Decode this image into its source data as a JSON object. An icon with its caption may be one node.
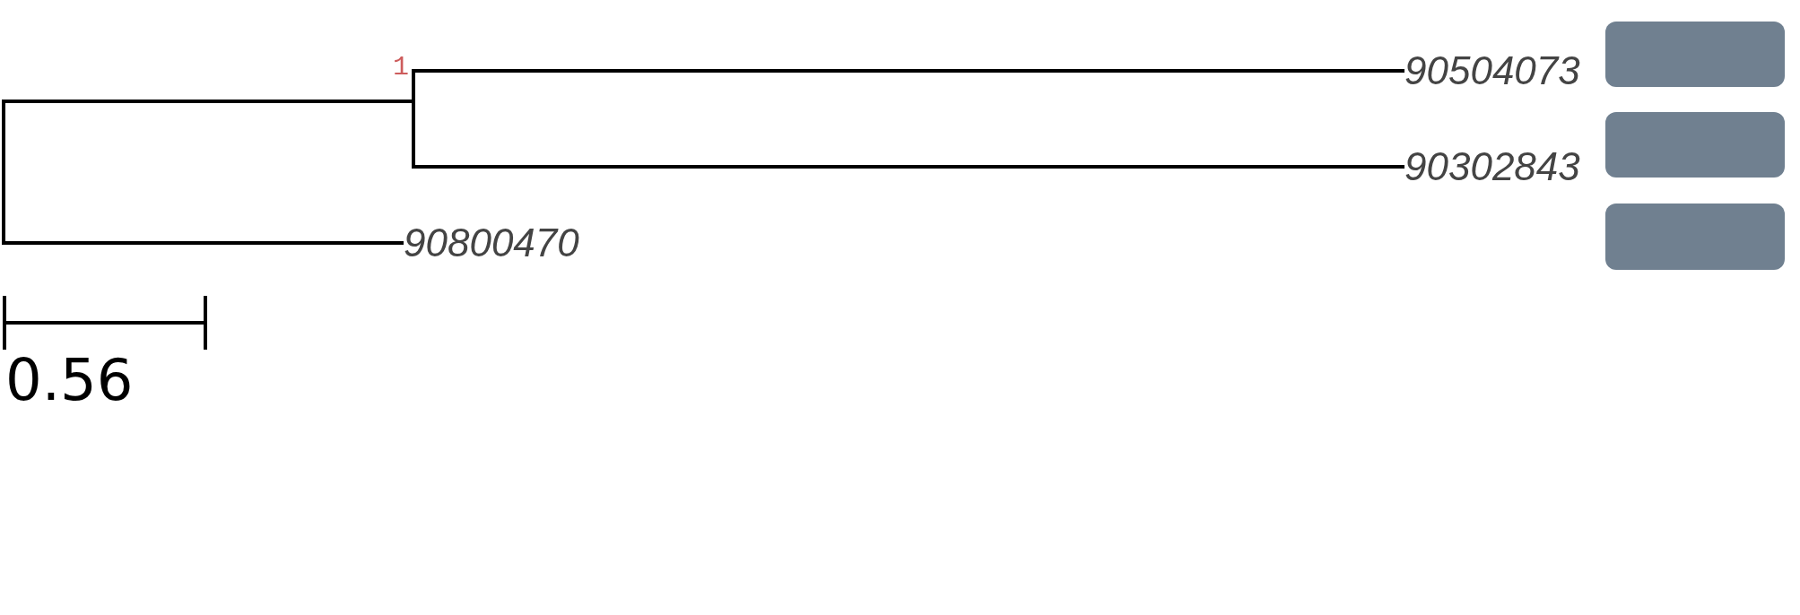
{
  "diagram": {
    "nodes": [
      {
        "text": [],
        "shape": "line"
      },
      {
        "text": [],
        "shape": "line",
        "beside": [
          "1"
        ]
      },
      {
        "text": [
          "90504073"
        ]
      },
      {
        "text": [],
        "shape": "bar"
      },
      {
        "text": [
          "90302843"
        ]
      },
      {
        "text": [],
        "shape": "bar"
      },
      {
        "text": [
          "90800470"
        ]
      },
      {
        "text": [],
        "shape": "bar"
      }
    ],
    "edges": [
      {
        "from": 0,
        "to": 1,
        "arrow": "none"
      },
      {
        "from": 1,
        "to": 2,
        "arrow": "none"
      },
      {
        "from": 1,
        "to": 4,
        "arrow": "none"
      },
      {
        "from": 0,
        "to": 6,
        "arrow": "none"
      }
    ],
    "labels": [
      "0.56"
    ]
  }
}
